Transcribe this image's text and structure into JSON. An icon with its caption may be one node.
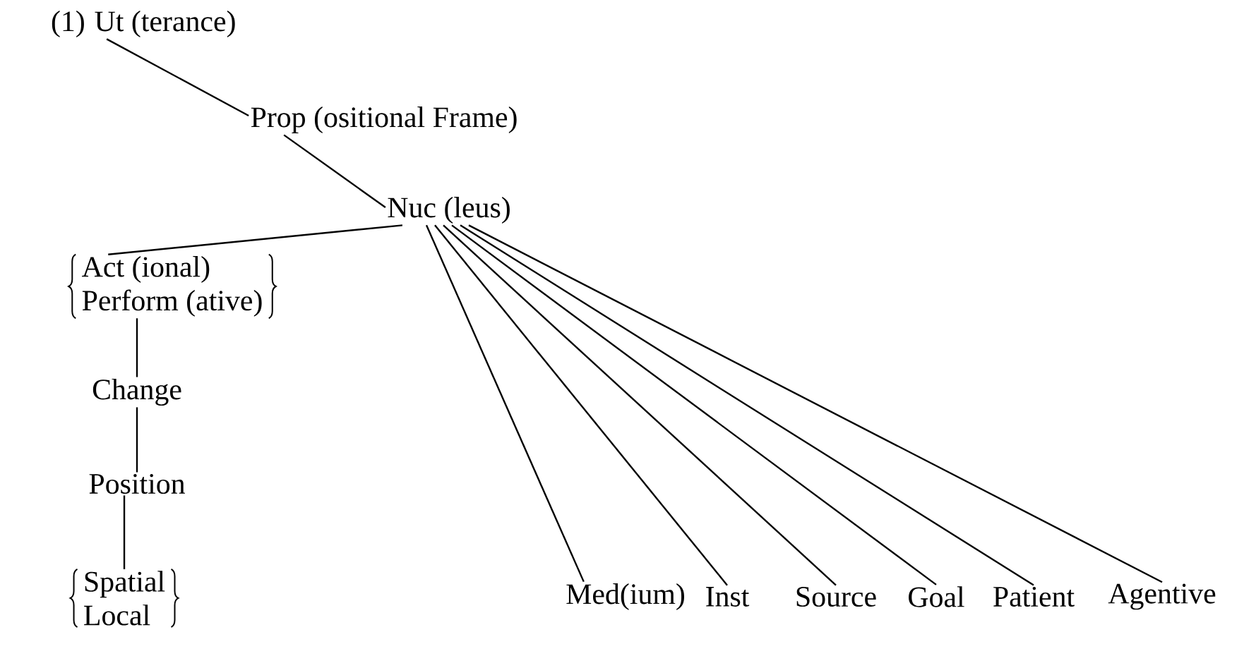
{
  "diagram": {
    "nodes": [
      {
        "text": [
          "Ut (terance)"
        ]
      },
      {
        "text": [
          "Prop (ositional Frame)"
        ]
      },
      {
        "text": [
          "Nuc (leus)"
        ]
      },
      {
        "text": [
          "Act (ional)",
          "Perform (ative)"
        ]
      },
      {
        "text": [
          "Change"
        ]
      },
      {
        "text": [
          "Position"
        ]
      },
      {
        "text": [
          "Spatial",
          "Local"
        ]
      },
      {
        "text": [
          "Med(ium)"
        ]
      },
      {
        "text": [
          "Inst"
        ]
      },
      {
        "text": [
          "Source"
        ]
      },
      {
        "text": [
          "Goal"
        ]
      },
      {
        "text": [
          "Patient"
        ]
      },
      {
        "text": [
          "Agentive"
        ]
      }
    ],
    "edges": [
      {
        "from": 0,
        "to": 1,
        "arrow": "none"
      },
      {
        "from": 1,
        "to": 2,
        "arrow": "none"
      },
      {
        "from": 2,
        "to": 3,
        "arrow": "none"
      },
      {
        "from": 3,
        "to": 4,
        "arrow": "none"
      },
      {
        "from": 4,
        "to": 5,
        "arrow": "none"
      },
      {
        "from": 5,
        "to": 6,
        "arrow": "none"
      },
      {
        "from": 2,
        "to": 7,
        "arrow": "none"
      },
      {
        "from": 2,
        "to": 8,
        "arrow": "none"
      },
      {
        "from": 2,
        "to": 9,
        "arrow": "none"
      },
      {
        "from": 2,
        "to": 10,
        "arrow": "none"
      },
      {
        "from": 2,
        "to": 11,
        "arrow": "none"
      },
      {
        "from": 2,
        "to": 12,
        "arrow": "none"
      }
    ],
    "labels": [
      "(1)"
    ]
  }
}
